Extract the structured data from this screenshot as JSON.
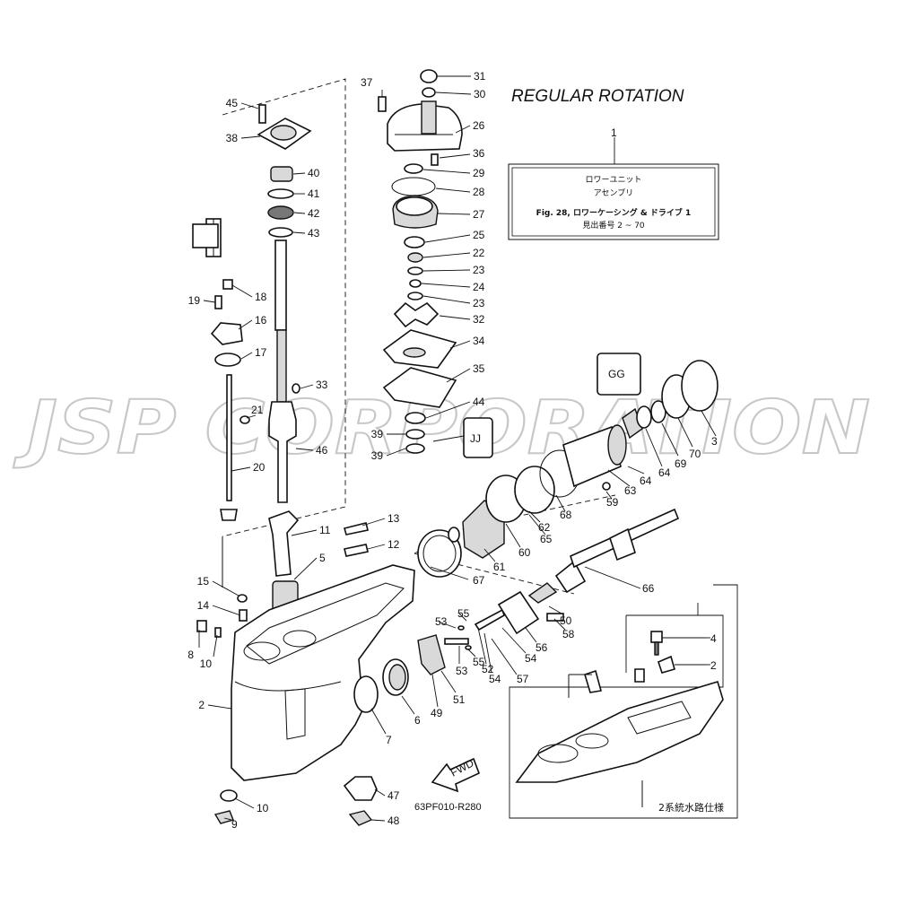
{
  "watermark": "JSP CORPORATION",
  "title": "REGULAR ROTATION",
  "assembly_box": {
    "ref": "1",
    "line1": "ロワーユニット",
    "line2": "アセンブリ",
    "line3": "Fig. 28, ロワーケーシング & ドライブ 1",
    "line4": "見出番号 2 ~ 70"
  },
  "inset": {
    "ref": "2",
    "note": "2系統水路仕様"
  },
  "drawing_code": "63PF010-R280",
  "fwd_label": "FWD",
  "part_labels": [
    "31",
    "30",
    "37",
    "26",
    "36",
    "29",
    "28",
    "27",
    "25",
    "22",
    "23",
    "24",
    "23",
    "32",
    "34",
    "35",
    "44",
    "39",
    "39",
    "45",
    "38",
    "40",
    "41",
    "42",
    "43",
    "18",
    "19",
    "16",
    "17",
    "33",
    "21",
    "46",
    "20",
    "13",
    "11",
    "12",
    "5",
    "15",
    "14",
    "8",
    "10",
    "2",
    "10",
    "9",
    "47",
    "48",
    "7",
    "6",
    "49",
    "51",
    "53",
    "55",
    "53",
    "55",
    "52",
    "54",
    "54",
    "57",
    "56",
    "58",
    "50",
    "66",
    "67",
    "61",
    "60",
    "62",
    "65",
    "68",
    "59",
    "63",
    "64",
    "64",
    "69",
    "70",
    "3",
    "4",
    "2"
  ]
}
